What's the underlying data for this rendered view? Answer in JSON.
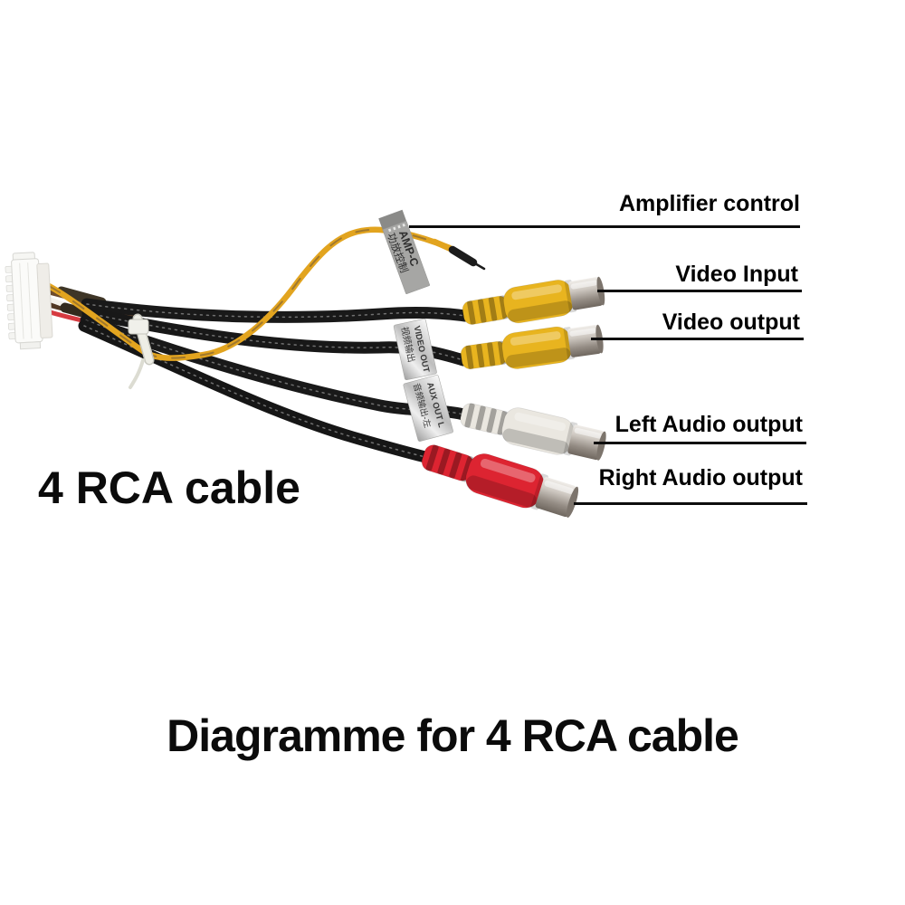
{
  "side_label": "4 RCA cable",
  "title": "Diagramme for 4 RCA cable",
  "annotations": [
    {
      "id": "amplifier-control",
      "label": "Amplifier control"
    },
    {
      "id": "video-input",
      "label": "Video Input"
    },
    {
      "id": "video-output",
      "label": "Video output"
    },
    {
      "id": "left-audio-output",
      "label": "Left Audio output"
    },
    {
      "id": "right-audio-output",
      "label": "Right Audio output"
    }
  ],
  "scene": {
    "tags": {
      "amp": {
        "line1": "AMP-C",
        "line2": "功放控制"
      },
      "video": {
        "line1": "VIDEO OUT",
        "line2": "视频输出"
      },
      "aux": {
        "line1": "AUX OUT L",
        "line2": "音频输出-左"
      }
    },
    "connectors": [
      {
        "id": "rca-video-input",
        "color": "#e8b41f"
      },
      {
        "id": "rca-video-output",
        "color": "#e8b41f"
      },
      {
        "id": "rca-left-audio",
        "color": "#eae7e0"
      },
      {
        "id": "rca-right-audio",
        "color": "#dd2431"
      }
    ],
    "colors": {
      "amp_wire": "#e2a41f",
      "cable": "#1a1a1a",
      "leader_line": "#0d0d0d"
    }
  }
}
